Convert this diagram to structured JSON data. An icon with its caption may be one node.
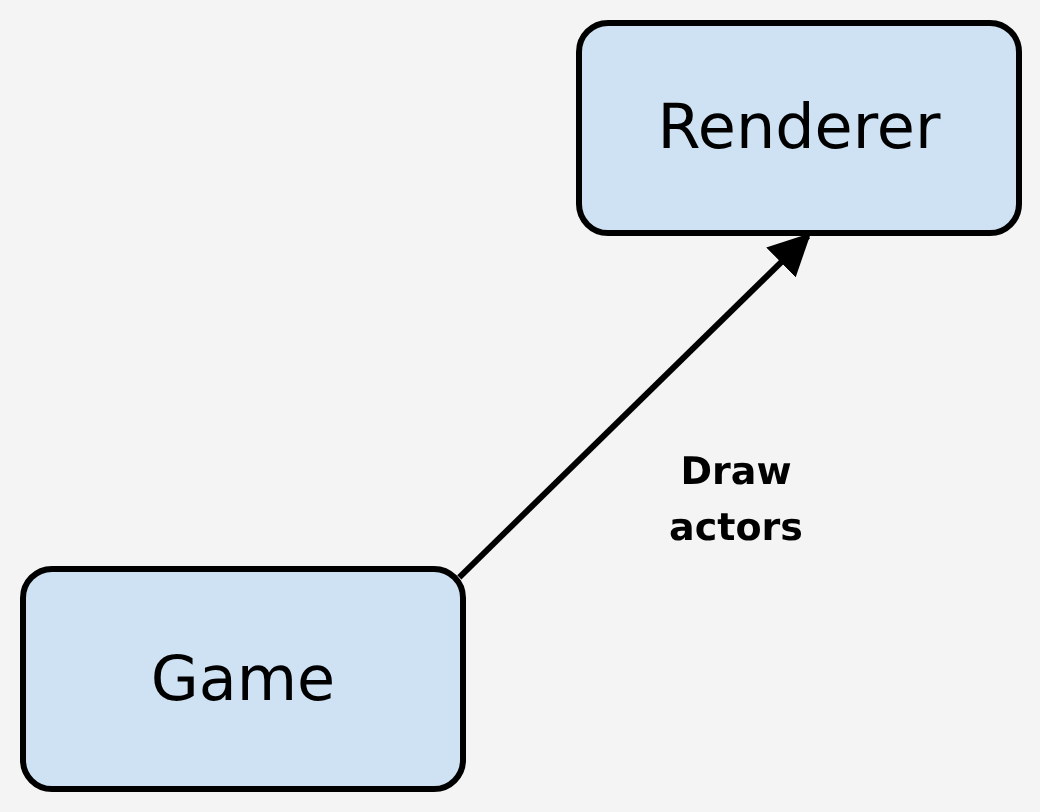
{
  "diagram": {
    "nodes": [
      {
        "text": [
          "Renderer"
        ]
      },
      {
        "text": [
          "Game"
        ]
      }
    ],
    "edges": [
      {
        "from": 1,
        "to": 0,
        "arrow": "to",
        "label": "Draw actors"
      }
    ]
  }
}
